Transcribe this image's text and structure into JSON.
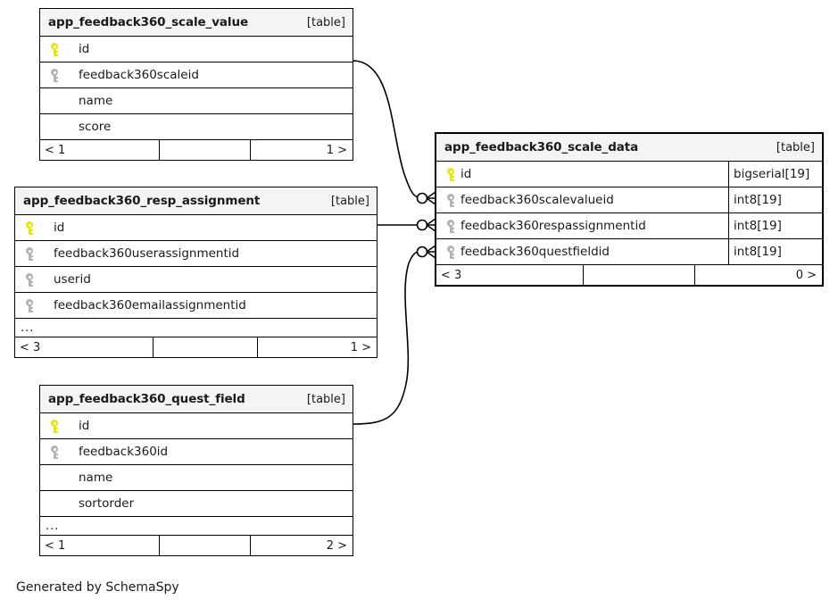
{
  "diagram": {
    "kind_label": "[table]",
    "ellipsis": "...",
    "credit": "Generated by SchemaSpy"
  },
  "tables": [
    {
      "id": "scale_value",
      "name": "app_feedback360_scale_value",
      "kind": "[table]",
      "columns": [
        {
          "name": "id",
          "key": "pk",
          "type": ""
        },
        {
          "name": "feedback360scaleid",
          "key": "fk",
          "type": ""
        },
        {
          "name": "name",
          "key": "none",
          "type": ""
        },
        {
          "name": "score",
          "key": "none",
          "type": ""
        }
      ],
      "has_ellipsis": false,
      "footer": {
        "left": "< 1",
        "middle": "",
        "right": "1 >"
      }
    },
    {
      "id": "resp_assignment",
      "name": "app_feedback360_resp_assignment",
      "kind": "[table]",
      "columns": [
        {
          "name": "id",
          "key": "pk",
          "type": ""
        },
        {
          "name": "feedback360userassignmentid",
          "key": "fk",
          "type": ""
        },
        {
          "name": "userid",
          "key": "fk",
          "type": ""
        },
        {
          "name": "feedback360emailassignmentid",
          "key": "fk",
          "type": ""
        }
      ],
      "has_ellipsis": true,
      "footer": {
        "left": "< 3",
        "middle": "",
        "right": "1 >"
      }
    },
    {
      "id": "quest_field",
      "name": "app_feedback360_quest_field",
      "kind": "[table]",
      "columns": [
        {
          "name": "id",
          "key": "pk",
          "type": ""
        },
        {
          "name": "feedback360id",
          "key": "fk",
          "type": ""
        },
        {
          "name": "name",
          "key": "none",
          "type": ""
        },
        {
          "name": "sortorder",
          "key": "none",
          "type": ""
        }
      ],
      "has_ellipsis": true,
      "footer": {
        "left": "< 1",
        "middle": "",
        "right": "2 >"
      }
    },
    {
      "id": "scale_data",
      "name": "app_feedback360_scale_data",
      "kind": "[table]",
      "focus": true,
      "columns": [
        {
          "name": "id",
          "key": "pk",
          "type": "bigserial[19]"
        },
        {
          "name": "feedback360scalevalueid",
          "key": "fk",
          "type": "int8[19]"
        },
        {
          "name": "feedback360respassignmentid",
          "key": "fk",
          "type": "int8[19]"
        },
        {
          "name": "feedback360questfieldid",
          "key": "fk",
          "type": "int8[19]"
        }
      ],
      "has_ellipsis": false,
      "footer": {
        "left": "< 3",
        "middle": "",
        "right": "0 >"
      }
    }
  ],
  "relationships": [
    {
      "from_table": "app_feedback360_scale_value",
      "from_column": "id",
      "to_table": "app_feedback360_scale_data",
      "to_column": "feedback360scalevalueid",
      "from_cardinality": "one-optional",
      "to_cardinality": "many"
    },
    {
      "from_table": "app_feedback360_resp_assignment",
      "from_column": "id",
      "to_table": "app_feedback360_scale_data",
      "to_column": "feedback360respassignmentid",
      "from_cardinality": "one-optional",
      "to_cardinality": "many"
    },
    {
      "from_table": "app_feedback360_quest_field",
      "from_column": "id",
      "to_table": "app_feedback360_scale_data",
      "to_column": "feedback360questfieldid",
      "from_cardinality": "one-optional",
      "to_cardinality": "many"
    }
  ],
  "colors": {
    "primary_key": "#e8e800",
    "foreign_key": "#b3b3b3",
    "header_bg": "#f4f4f4",
    "border": "#000000"
  }
}
